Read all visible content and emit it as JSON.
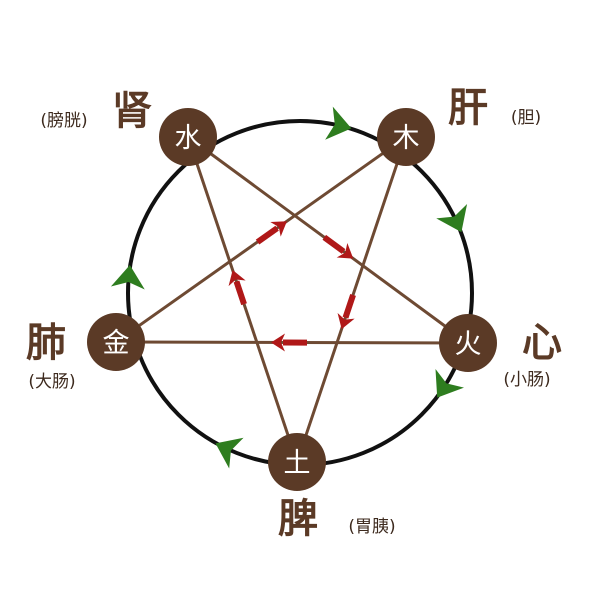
{
  "elements": {
    "water": {
      "symbol": "水",
      "organ": "肾",
      "paired": "(膀胱)"
    },
    "wood": {
      "symbol": "木",
      "organ": "肝",
      "paired": "(胆)"
    },
    "fire": {
      "symbol": "火",
      "organ": "心",
      "paired": "(小肠)"
    },
    "earth": {
      "symbol": "土",
      "organ": "脾",
      "paired": "(胃胰)"
    },
    "metal": {
      "symbol": "金",
      "organ": "肺",
      "paired": "(大肠)"
    }
  },
  "colors": {
    "node_fill": "#5b3a26",
    "circle_stroke": "#111111",
    "star_lines": "#6e4a33",
    "generating_arrow": "#2e7d1f",
    "controlling_arrow": "#b01818"
  },
  "cycles": {
    "generating": [
      "wood",
      "fire",
      "earth",
      "metal",
      "water"
    ],
    "controlling": [
      "wood",
      "earth",
      "water",
      "fire",
      "metal"
    ]
  }
}
